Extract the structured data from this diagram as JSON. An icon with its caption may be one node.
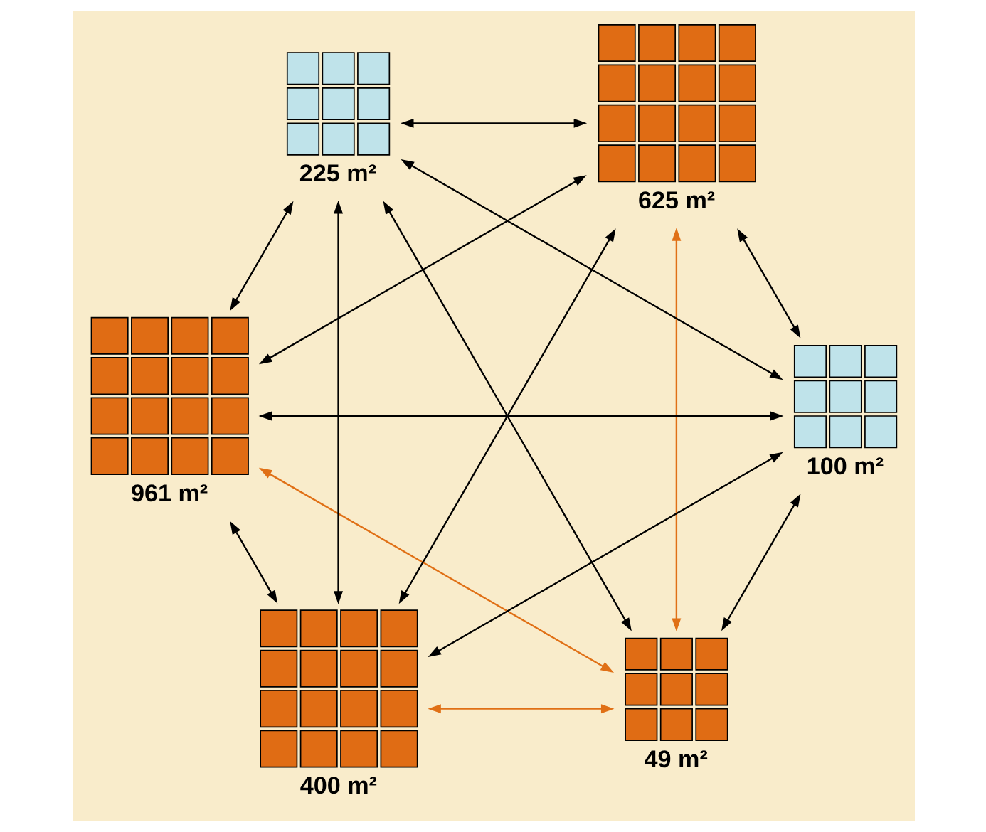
{
  "diagram": {
    "nodes": [
      {
        "text": [],
        "shape": "box",
        "beside": [
          "49 m²"
        ]
      },
      {
        "text": [],
        "shape": "box",
        "beside": [
          "100 m²"
        ]
      },
      {
        "text": [],
        "shape": "box",
        "beside": [
          "961 m²"
        ]
      },
      {
        "text": [],
        "shape": "box",
        "beside": [
          "225 m²"
        ]
      },
      {
        "text": [],
        "shape": "box",
        "beside": [
          "625 m²"
        ]
      },
      {
        "text": [],
        "shape": "box",
        "beside": [
          "400 m²"
        ]
      }
    ],
    "edges": [
      {
        "from": 0,
        "to": 2,
        "arrow": "both",
        "color": "#e07016"
      },
      {
        "from": 0,
        "to": 5,
        "arrow": "both",
        "color": "#e07016"
      },
      {
        "from": 0,
        "to": 4,
        "arrow": "both",
        "color": "#e07016"
      },
      {
        "from": 0,
        "to": 1,
        "arrow": "both"
      },
      {
        "from": 0,
        "to": 3,
        "arrow": "both"
      },
      {
        "from": 1,
        "to": 2,
        "arrow": "both"
      },
      {
        "from": 1,
        "to": 3,
        "arrow": "both"
      },
      {
        "from": 1,
        "to": 4,
        "arrow": "both"
      },
      {
        "from": 1,
        "to": 5,
        "arrow": "both"
      },
      {
        "from": 3,
        "to": 2,
        "arrow": "both"
      },
      {
        "from": 3,
        "to": 4,
        "arrow": "both"
      },
      {
        "from": 3,
        "to": 5,
        "arrow": "both"
      },
      {
        "from": 2,
        "to": 4,
        "arrow": "both"
      },
      {
        "from": 2,
        "to": 5,
        "arrow": "both"
      },
      {
        "from": 5,
        "to": 4,
        "arrow": "both"
      }
    ]
  }
}
